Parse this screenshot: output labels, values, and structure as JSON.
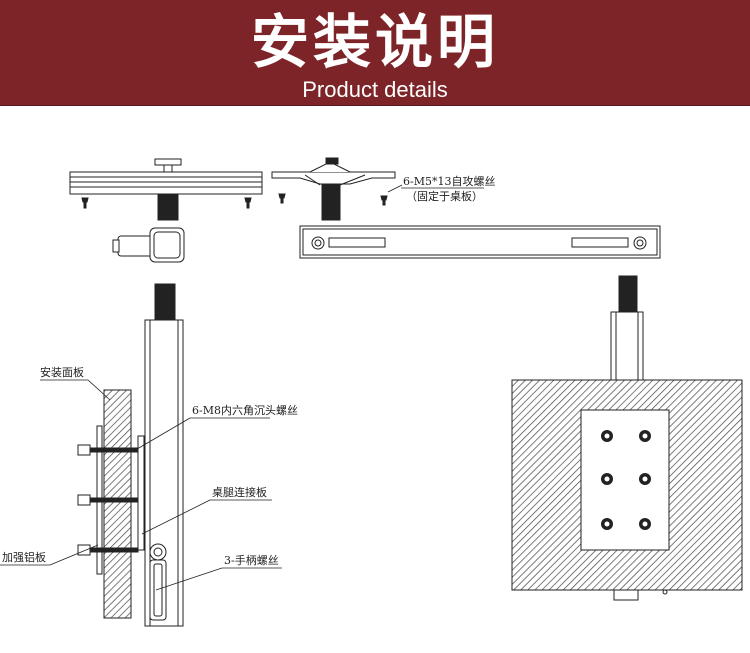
{
  "header": {
    "title": "安装说明",
    "subtitle": "Product details",
    "color": "#7d2428"
  },
  "labels": {
    "screw_m5": "6-M5*13自攻螺丝",
    "screw_m5_note": "（固定于桌板）",
    "mount_panel": "安装面板",
    "screw_m8": "6-M8内六角沉头螺丝",
    "leg_plate": "桌腿连接板",
    "reinforce_plate": "加强铝板",
    "handle_screw": "3-手柄螺丝"
  }
}
